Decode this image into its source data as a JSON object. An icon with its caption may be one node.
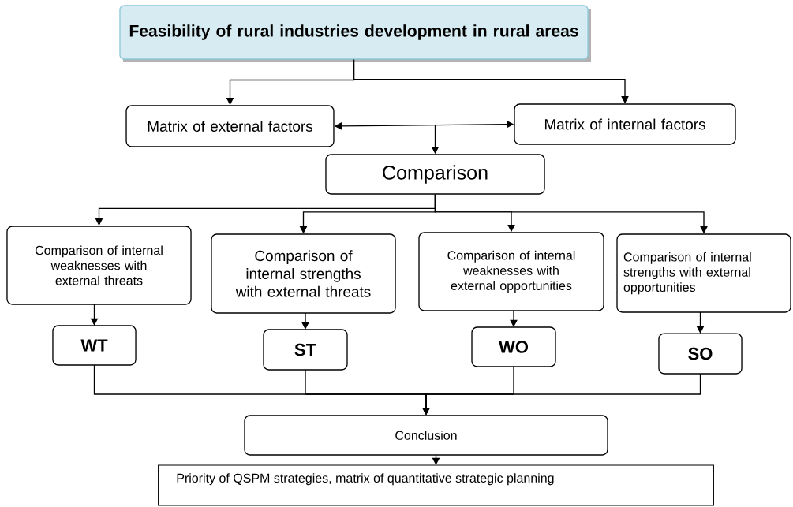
{
  "diagram": {
    "nodes": [
      {
        "text": [
          "Feasibility of rural industries development in rural areas"
        ]
      },
      {
        "text": [
          "Matrix of external factors"
        ]
      },
      {
        "text": [
          "Matrix of internal factors"
        ]
      },
      {
        "text": [
          "Comparison"
        ]
      },
      {
        "text": [
          "Comparison of internal weaknesses with external threats"
        ]
      },
      {
        "text": [
          "Comparison of internal strengths with external threats"
        ]
      },
      {
        "text": [
          "Comparison of internal weaknesses with external opportunities"
        ]
      },
      {
        "text": [
          "Comparison of internal strengths with external opportunities"
        ]
      },
      {
        "text": [
          "WT"
        ]
      },
      {
        "text": [
          "ST"
        ]
      },
      {
        "text": [
          "WO"
        ]
      },
      {
        "text": [
          "SO"
        ]
      },
      {
        "text": [
          "Conclusion"
        ]
      },
      {
        "text": [
          "Priority of QSPM strategies, matrix of quantitative strategic planning"
        ]
      }
    ],
    "edges": [
      {
        "from": 0,
        "to": 1,
        "arrow": "to"
      },
      {
        "from": 0,
        "to": 2,
        "arrow": "to"
      },
      {
        "from": 1,
        "to": 2,
        "arrow": "both"
      },
      {
        "from": null,
        "to": 3,
        "arrow": "to"
      },
      {
        "from": 3,
        "to": 4,
        "arrow": "to"
      },
      {
        "from": 3,
        "to": 5,
        "arrow": "to"
      },
      {
        "from": 3,
        "to": 6,
        "arrow": "to"
      },
      {
        "from": 3,
        "to": 7,
        "arrow": "to"
      },
      {
        "from": 4,
        "to": 8,
        "arrow": "to"
      },
      {
        "from": 5,
        "to": 9,
        "arrow": "to"
      },
      {
        "from": 6,
        "to": 10,
        "arrow": "to"
      },
      {
        "from": 7,
        "to": 11,
        "arrow": "to"
      },
      {
        "from": 8,
        "to": 12,
        "arrow": "to"
      },
      {
        "from": 9,
        "to": 12,
        "arrow": "to"
      },
      {
        "from": 10,
        "to": 12,
        "arrow": "to"
      },
      {
        "from": 11,
        "to": 12,
        "arrow": "to"
      },
      {
        "from": 12,
        "to": 13,
        "arrow": "to"
      }
    ]
  }
}
